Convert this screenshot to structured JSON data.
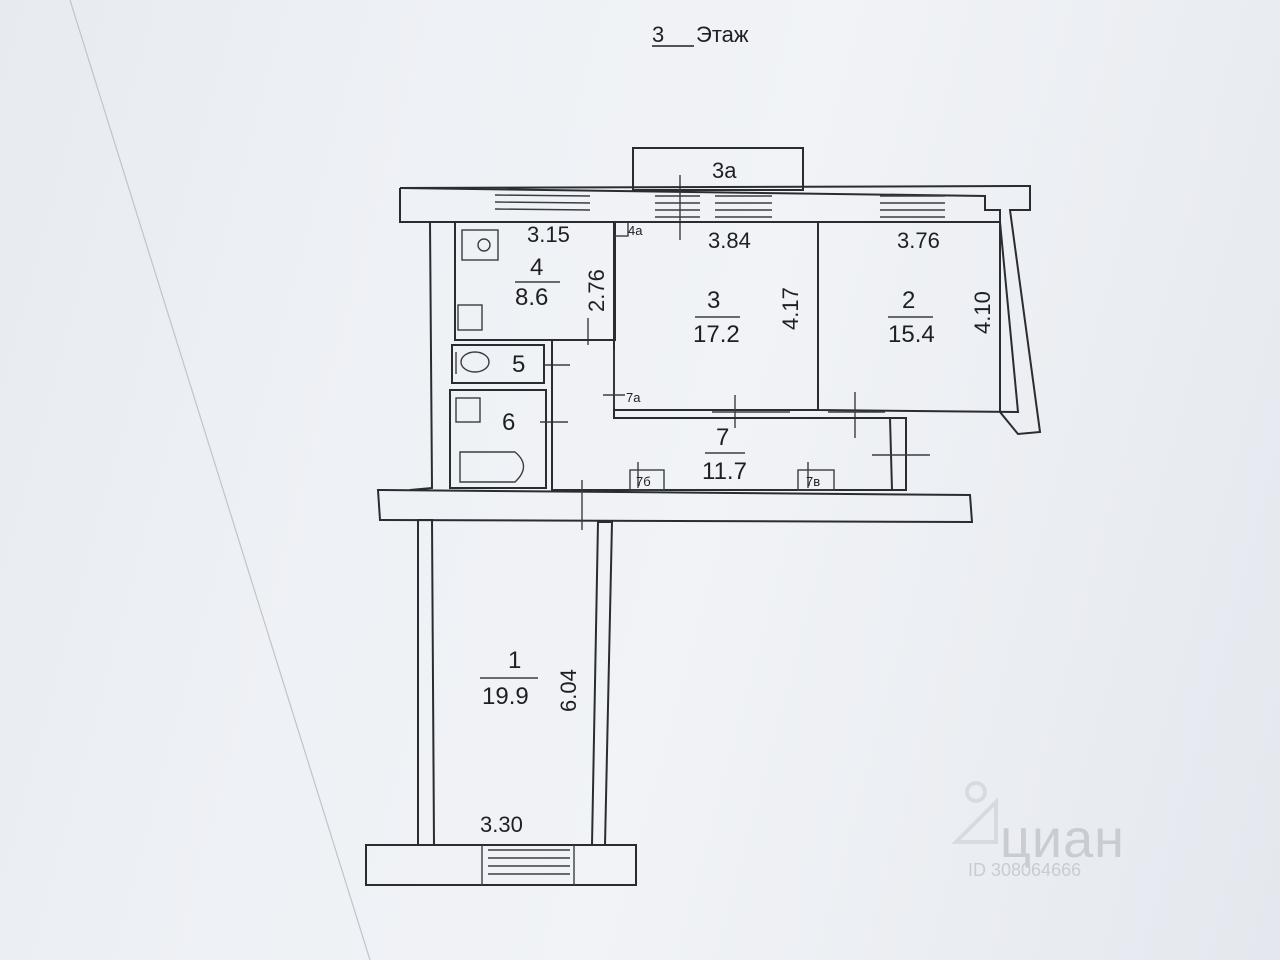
{
  "header": {
    "floor_number": "3",
    "floor_word": "Этаж"
  },
  "balcony_label": "3а",
  "rooms": [
    {
      "id": "4",
      "area": "8.6",
      "width": "3.15",
      "length": "2.76"
    },
    {
      "id": "3",
      "area": "17.2",
      "width": "3.84",
      "length": "4.17"
    },
    {
      "id": "2",
      "area": "15.4",
      "width": "3.76",
      "length": "4.10"
    },
    {
      "id": "7",
      "area": "11.7"
    },
    {
      "id": "1",
      "area": "19.9",
      "width": "3.30",
      "length": "6.04"
    }
  ],
  "small_rooms": {
    "r5": "5",
    "r6": "6"
  },
  "tags": {
    "t4a": "4а",
    "t7a": "7а",
    "t7b": "7б",
    "t7v": "7в"
  },
  "watermark": {
    "text": "циан",
    "id": "ID 308064666"
  }
}
